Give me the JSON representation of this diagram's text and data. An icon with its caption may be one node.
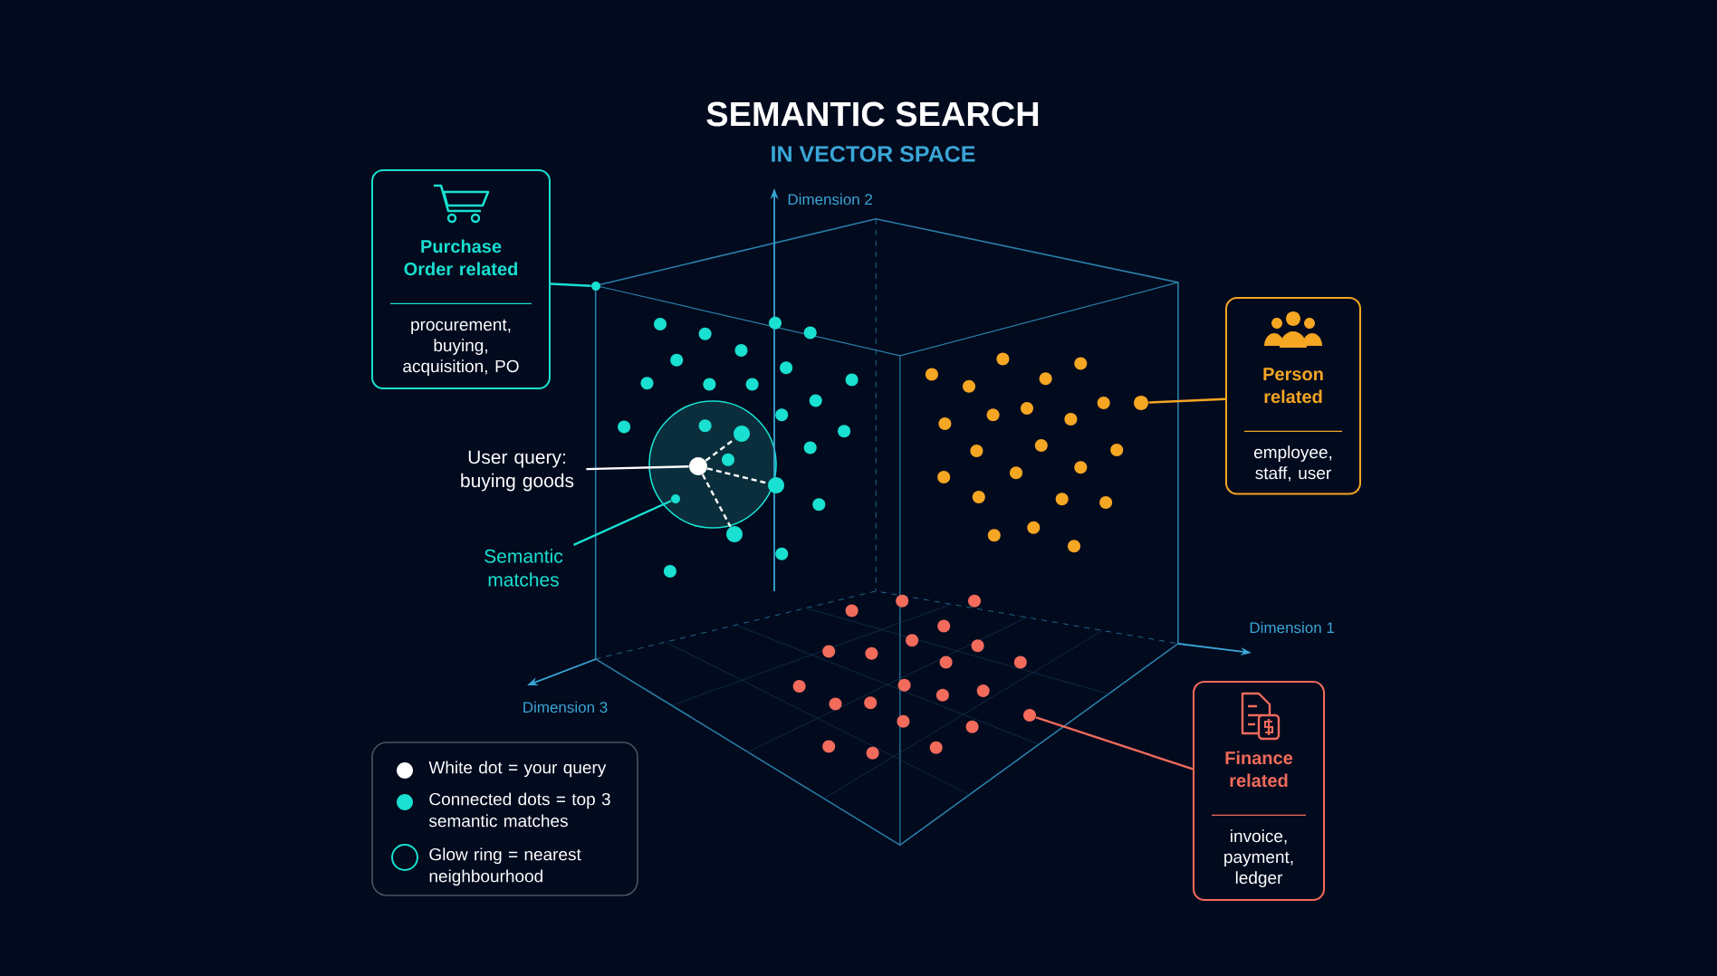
{
  "diagram": {
    "title": "SEMANTIC SEARCH",
    "nodes": [
      {
        "text": [
          "Purchase Order related",
          "procurement, buying, acquisition, PO"
        ]
      },
      {
        "text": [
          "Person related",
          "employee, staff, user"
        ]
      },
      {
        "text": [
          "Finance related",
          "invoice, payment, ledger"
        ]
      },
      {
        "text": [
          "User query: buying goods"
        ]
      },
      {
        "text": [
          "Semantic matches"
        ]
      },
      {
        "text": [],
        "shape": "circle"
      },
      {
        "text": [],
        "shape": "circle"
      },
      {
        "text": [],
        "shape": "circle"
      },
      {
        "text": [],
        "shape": "circle"
      },
      {
        "text": [],
        "shape": "circle"
      },
      {
        "text": [],
        "shape": "circle"
      },
      {
        "text": [],
        "shape": "circle"
      },
      {
        "text": [],
        "shape": "circle"
      }
    ],
    "edges": [
      {
        "from": 0,
        "to": 6,
        "arrow": "none",
        "color": "#19e0d0"
      },
      {
        "from": 1,
        "to": 7,
        "arrow": "none",
        "color": "#f5a623"
      },
      {
        "from": 3,
        "to": 5,
        "arrow": "none"
      },
      {
        "from": 4,
        "to": 9,
        "arrow": "none",
        "color": "#19e0d0"
      },
      {
        "from": 5,
        "to": 10,
        "arrow": "none",
        "style": "dashed"
      },
      {
        "from": 5,
        "to": 11,
        "arrow": "none",
        "style": "dashed"
      },
      {
        "from": 5,
        "to": 12,
        "arrow": "none",
        "style": "dashed"
      },
      {
        "from": 2,
        "to": 8,
        "arrow": "none",
        "color": "#f26b5b"
      }
    ],
    "labels": [
      "IN VECTOR SPACE",
      "Dimension 2",
      "Dimension 1",
      "Dimension 3"
    ],
    "legend": [
      {
        "text": "White dot = your query",
        "color": "#ffffff"
      },
      {
        "text": "Connected dots = top 3 semantic matches",
        "color": "#19e0d0"
      },
      {
        "text": "Glow ring = nearest neighbourhood"
      }
    ]
  }
}
